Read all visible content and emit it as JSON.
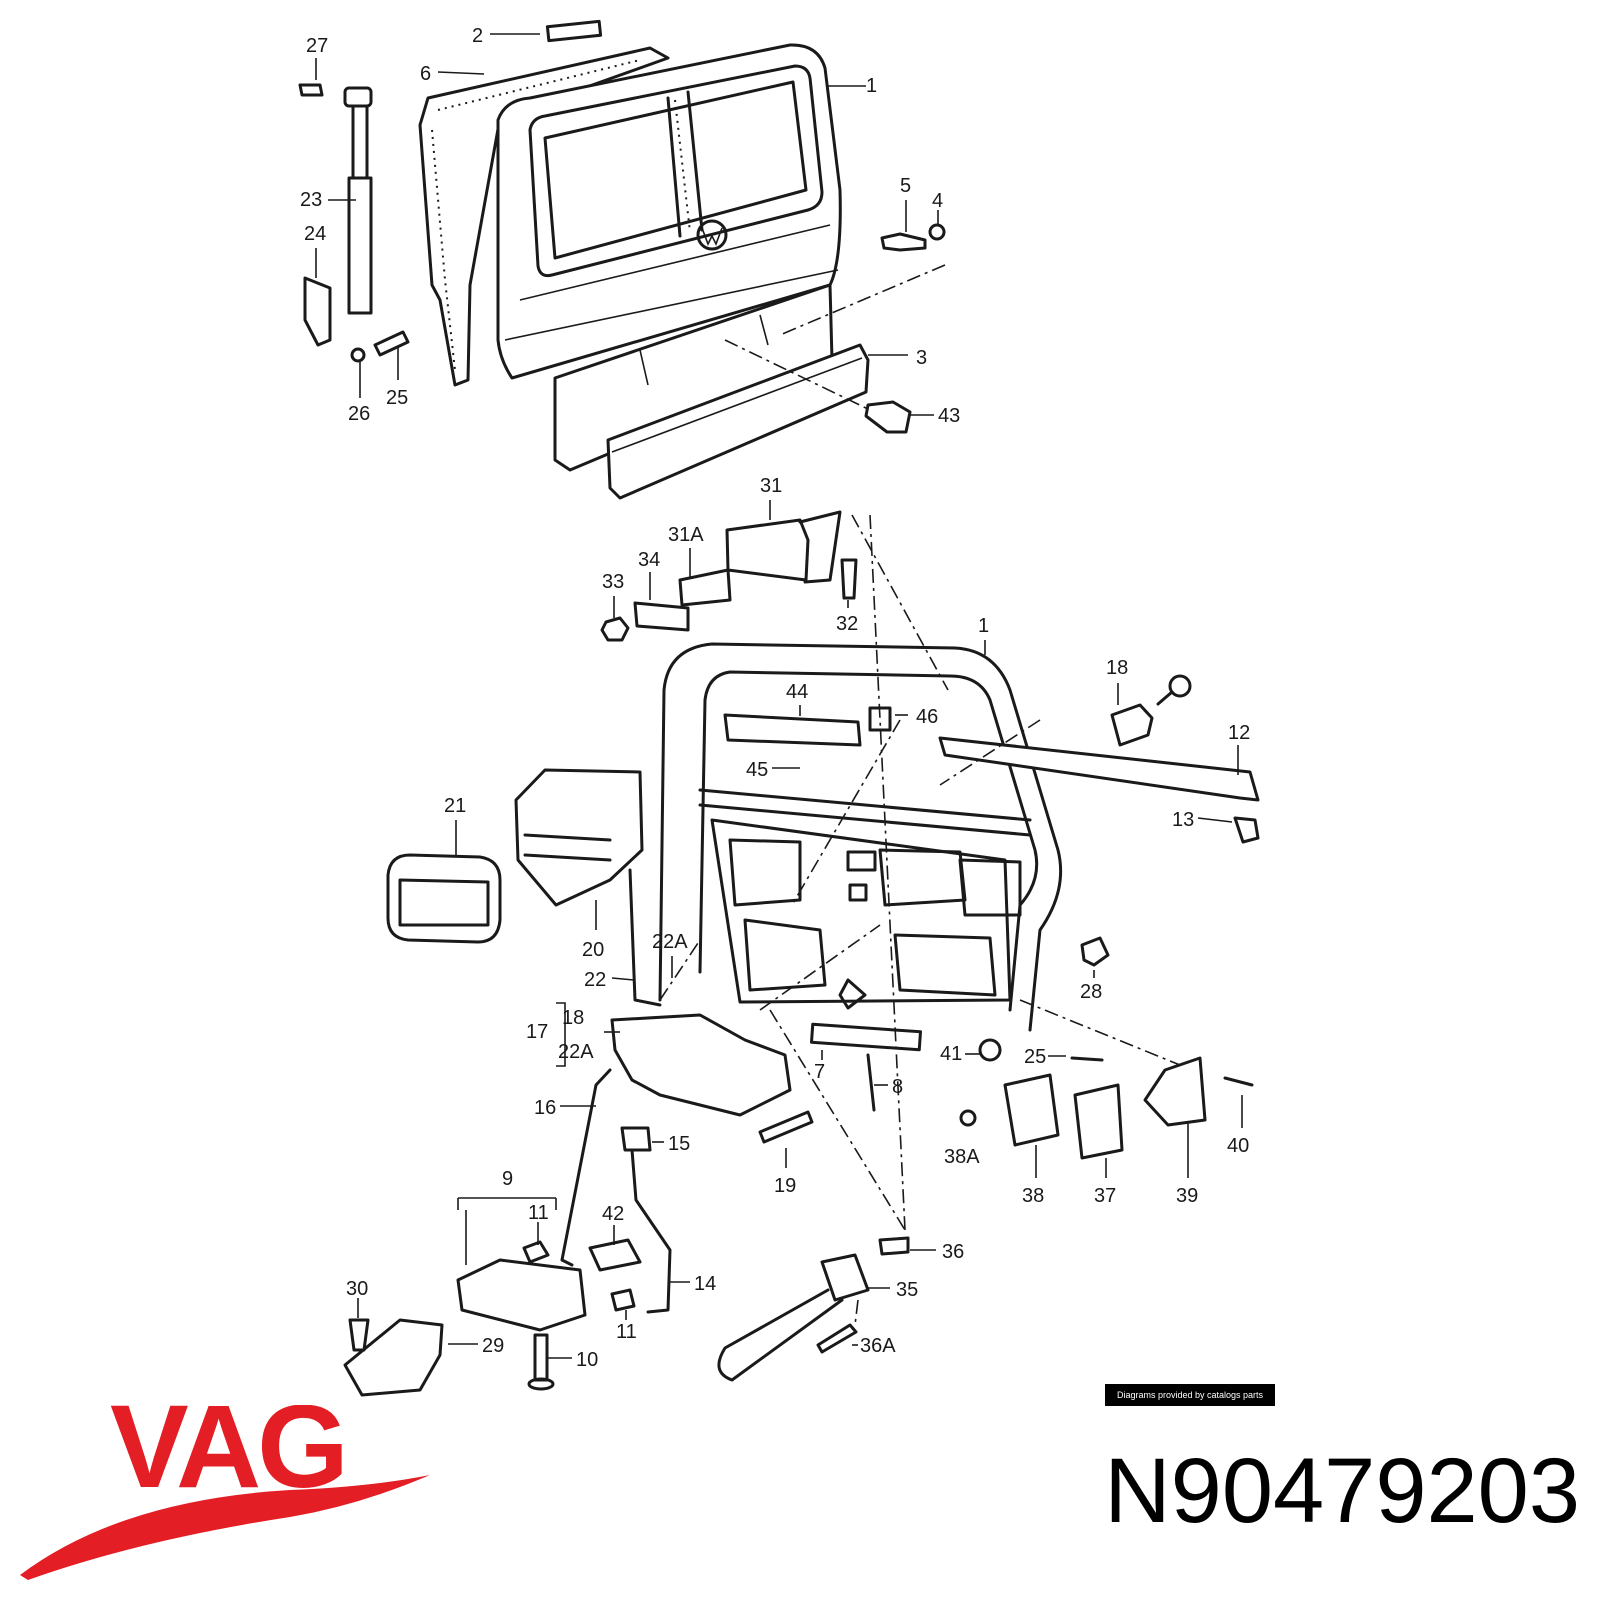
{
  "diagram": {
    "labels": [
      "27",
      "2",
      "6",
      "1",
      "23",
      "24",
      "5",
      "4",
      "3",
      "26",
      "25",
      "43",
      "31",
      "31A",
      "34",
      "33",
      "32",
      "1",
      "44",
      "46",
      "18",
      "12",
      "45",
      "21",
      "13",
      "20",
      "22A",
      "22",
      "28",
      "17",
      "18",
      "22A",
      "41",
      "25",
      "7",
      "8",
      "16",
      "15",
      "19",
      "38A",
      "40",
      "38",
      "37",
      "39",
      "9",
      "11",
      "42",
      "36",
      "14",
      "35",
      "30",
      "29",
      "11",
      "10",
      "36A"
    ],
    "credit": "Diagrams provided by catalogs parts"
  },
  "brand": {
    "name": "VAG",
    "color": "#e31e24"
  },
  "part_number": "N90479203"
}
